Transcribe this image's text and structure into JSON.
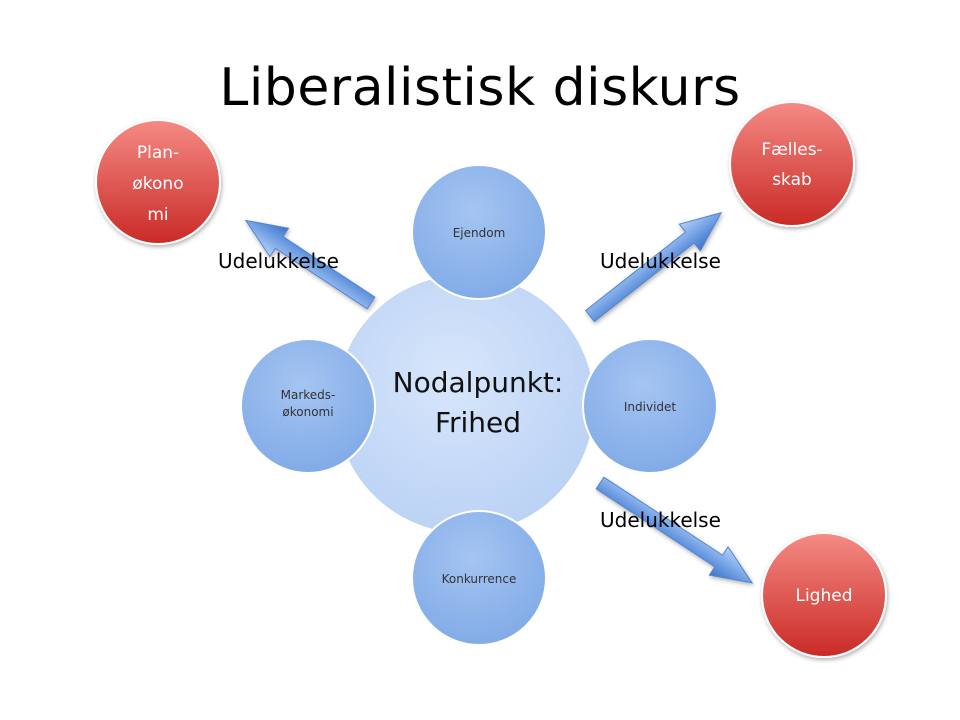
{
  "title": "Liberalistisk diskurs",
  "center": {
    "line1": "Nodalpunkt:",
    "line2": "Frihed"
  },
  "satellites": {
    "top": "Ejendom",
    "right": "Individet",
    "bottom": "Konkurrence",
    "left_line1": "Markeds-",
    "left_line2": "økonomi"
  },
  "excluded": {
    "top_left": {
      "line1": "Plan-",
      "line2": "økono",
      "line3": "mi"
    },
    "top_right": {
      "line1": "Fælles-",
      "line2": "skab"
    },
    "bottom_right": {
      "line1": "Lighed"
    }
  },
  "arrow_label": {
    "left": "Udelukkelse",
    "right_top": "Udelukkelse",
    "right_bottom": "Udelukkelse"
  },
  "colors": {
    "center_fill": "#c6dbf7",
    "satellite_fill": "#8fb6ec",
    "red_top": "#f27d78",
    "red_bottom": "#cc2e2a",
    "arrow_light": "#a8c8f4",
    "arrow_dark": "#4d83d4"
  }
}
